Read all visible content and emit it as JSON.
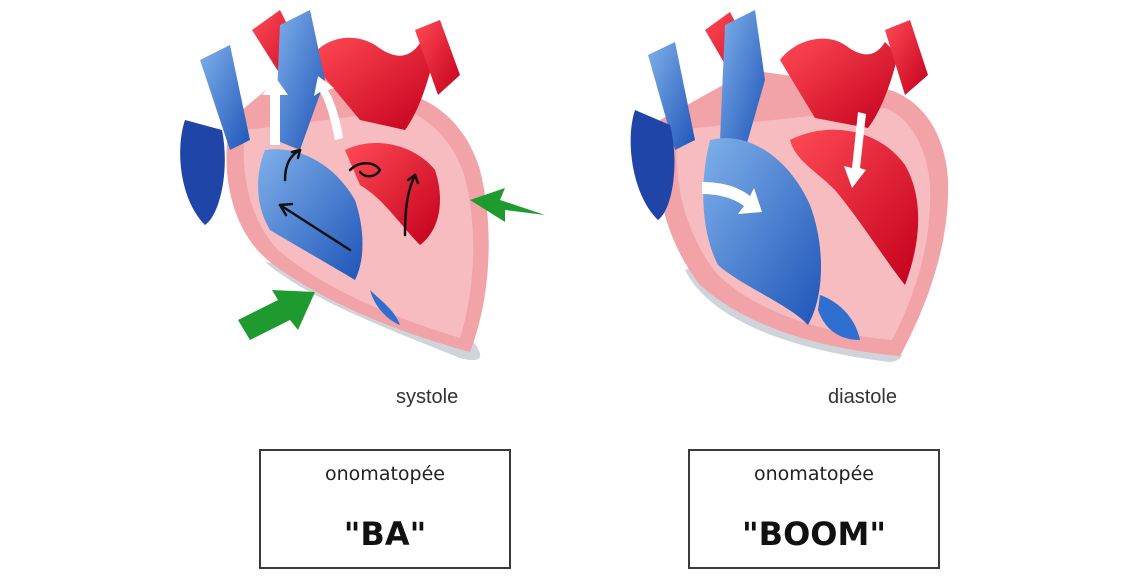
{
  "panels": [
    {
      "caption": "systole",
      "onomatopoeia_label": "onomatopée",
      "onomatopoeia_word": "\"BA\""
    },
    {
      "caption": "diastole",
      "onomatopoeia_label": "onomatopée",
      "onomatopoeia_word": "\"BOOM\""
    }
  ],
  "colors": {
    "oxygenated_blood": "#e0112b",
    "deoxygenated_blood": "#2e6fd0",
    "muscle": "#f2a3a8",
    "contraction_arrow": "#1f9a2e",
    "flow_arrow": "#ffffff"
  },
  "icons": [
    "heart-systole-illustration",
    "heart-diastole-illustration",
    "contraction-arrow-icon",
    "blood-flow-arrow-icon"
  ]
}
